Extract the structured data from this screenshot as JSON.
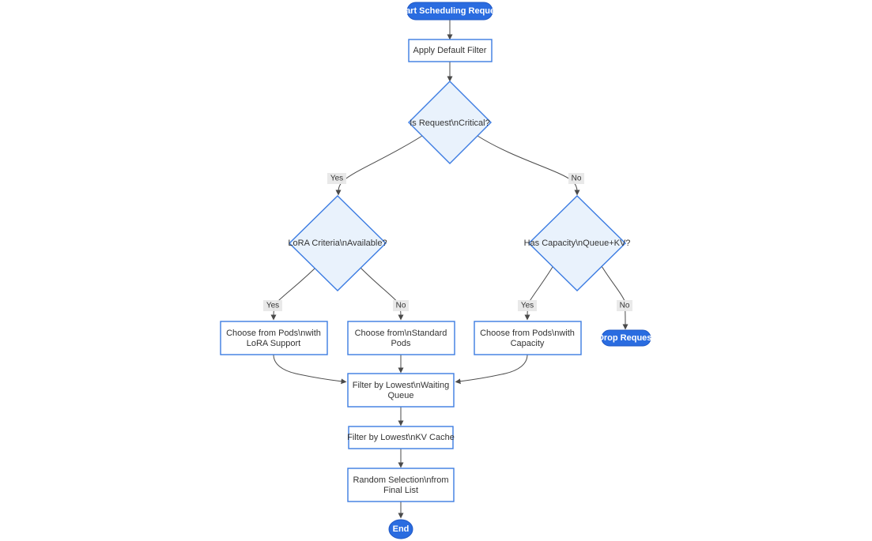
{
  "diagram": {
    "type": "flowchart",
    "nodes": {
      "start": {
        "label": "Start Scheduling Request"
      },
      "apply_filter": {
        "label": "Apply Default Filter"
      },
      "is_critical": {
        "label": "Is Request\\nCritical?"
      },
      "lora_criteria": {
        "label": "LoRA Criteria\\nAvailable?"
      },
      "has_capacity": {
        "label": "Has Capacity\\nQueue+KV?"
      },
      "choose_lora": {
        "lines": [
          "Choose from Pods\\nwith",
          "LoRA Support"
        ]
      },
      "choose_standard": {
        "lines": [
          "Choose from\\nStandard",
          "Pods"
        ]
      },
      "choose_capacity": {
        "lines": [
          "Choose from Pods\\nwith",
          "Capacity"
        ]
      },
      "drop_request": {
        "label": "Drop Request"
      },
      "filter_queue": {
        "lines": [
          "Filter by Lowest\\nWaiting",
          "Queue"
        ]
      },
      "filter_kv": {
        "label": "Filter by Lowest\\nKV Cache"
      },
      "random_selection": {
        "lines": [
          "Random Selection\\nfrom",
          "Final List"
        ]
      },
      "end": {
        "label": "End"
      }
    },
    "edge_labels": {
      "critical_yes": "Yes",
      "critical_no": "No",
      "lora_yes": "Yes",
      "lora_no": "No",
      "capacity_yes": "Yes",
      "capacity_no": "No"
    }
  },
  "colors": {
    "accent": "#2a6ce0",
    "accent_border": "#1f57c4",
    "node_border": "#3c7ce2",
    "decision_fill": "#e9f2fc",
    "edge": "#4a4a4a",
    "label_bg": "#e8e8e8",
    "text": "#333333"
  }
}
